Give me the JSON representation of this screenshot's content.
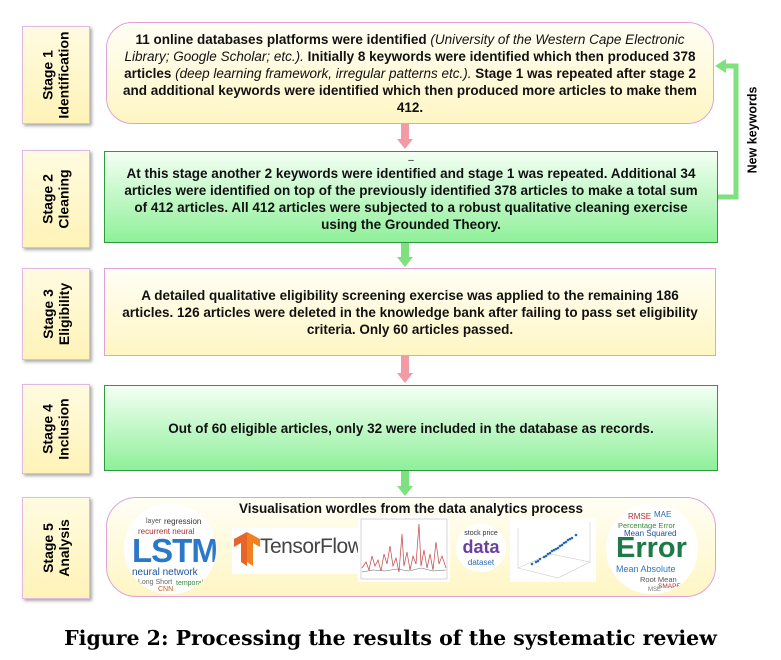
{
  "stages": [
    {
      "num": "Stage 1",
      "name": "Identification"
    },
    {
      "num": "Stage 2",
      "name": "Cleaning"
    },
    {
      "num": "Stage 3",
      "name": "Eligibility"
    },
    {
      "num": "Stage 4",
      "name": "Inclusion"
    },
    {
      "num": "Stage 5",
      "name": "Analysis"
    }
  ],
  "box1": {
    "p1": "11 online databases platforms were identified ",
    "p1_italic": "(University of the Western Cape Electronic Library; Google Scholar;  etc.).",
    "p2": " Initially 8 keywords were identified which then produced 378 articles ",
    "p2_italic": "(deep learning framework, irregular patterns etc.).",
    "p3": " Stage 1 was repeated after stage 2 and additional keywords were identified which then produced more articles to make them 412."
  },
  "box2": {
    "dash": "–",
    "text": "At this stage another 2 keywords were identified and stage 1 was repeated. Additional 34 articles were identified on top of the previously identified 378 articles to make a total sum of 412 articles. All 412 articles were subjected to a robust qualitative cleaning exercise using the Grounded Theory."
  },
  "box3": {
    "text": "A detailed qualitative eligibility screening exercise was applied to the remaining 186 articles. 126 articles were deleted in the knowledge bank after failing to pass set eligibility criteria. Only 60 articles passed."
  },
  "box4": {
    "text": "Out of 60 eligible articles, only 32 were included in the database as records."
  },
  "box5": {
    "title": "Visualisation wordles from the data analytics process"
  },
  "feedback_label": "New keywords",
  "wordle_lstm": {
    "main": "LSTM",
    "w1": "recurrent neural",
    "w2": "neural network",
    "w3": "regression",
    "w4": "layer",
    "w5": "Long Short",
    "w6": "temporal",
    "w7": "CNN"
  },
  "tensorflow": {
    "text": "TensorFlow"
  },
  "wordle_data": {
    "w1": "stock price",
    "main": "data",
    "w2": "dataset"
  },
  "wordle_error": {
    "w1": "RMSE",
    "w2": "MAE",
    "w3": "Percentage Error",
    "w4": "Mean Squared",
    "main": "Error",
    "w5": "Mean Absolute",
    "w6": "Root Mean",
    "w7": "SMAPE",
    "w8": "MSE"
  },
  "caption": "Figure 2: Processing the results of the systematic review",
  "colors": {
    "pink_arrow": "#f29aa6",
    "green_arrow": "#7ee07e",
    "green_border": "#2e9a3a",
    "pink_border": "#e3a0d8"
  }
}
